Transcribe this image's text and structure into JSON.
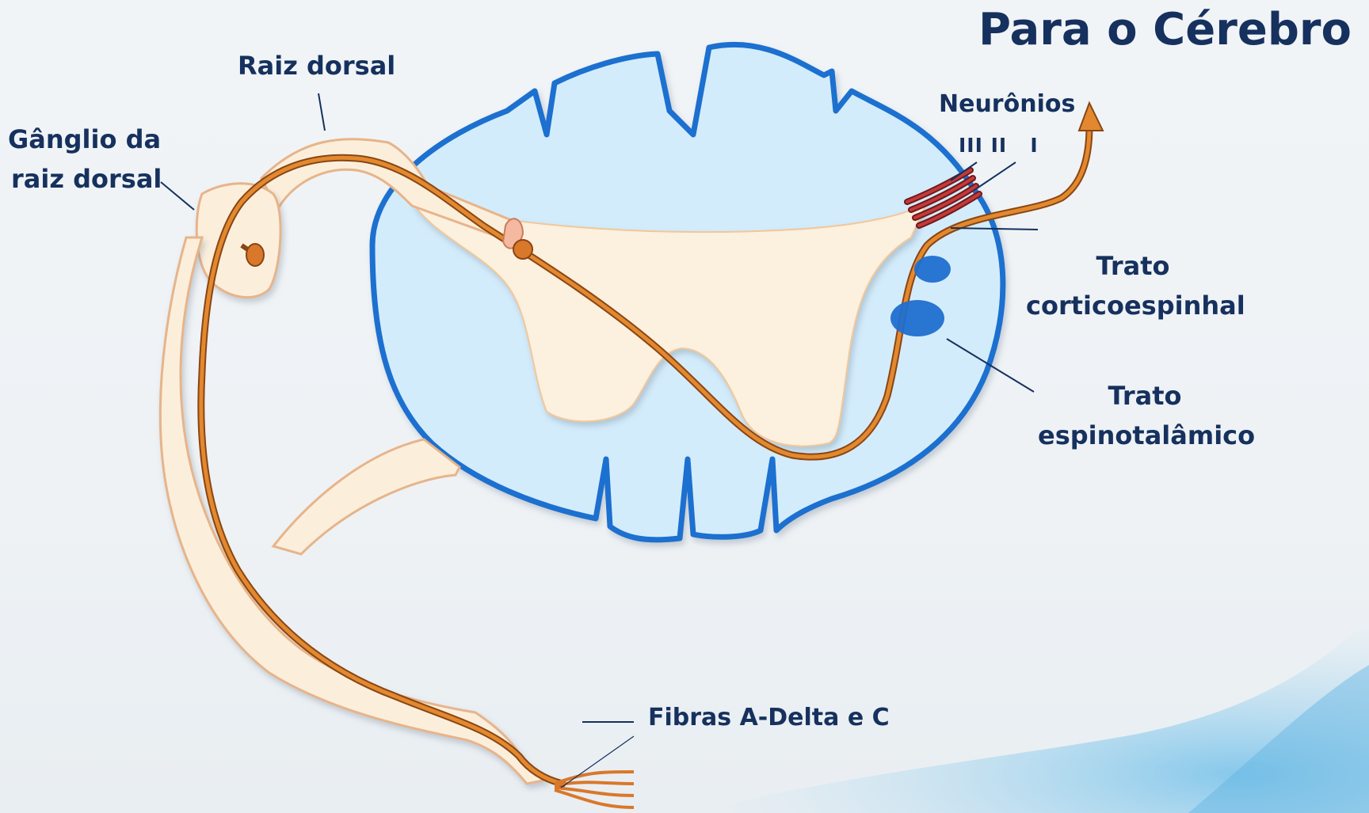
{
  "title": "Para o Cérebro",
  "labels": {
    "dorsal_root": "Raiz dorsal",
    "ganglion_line1": "Gânglio da",
    "ganglion_line2": "raiz dorsal",
    "neurons": "Neurônios",
    "neuron_numerals": "III II   I",
    "corticospinal_line1": "Trato",
    "corticospinal_line2": "corticoespinhal",
    "spinothalamic_line1": "Trato",
    "spinothalamic_line2": "espinotalâmico",
    "fibers": "Fibras A-Delta e C"
  },
  "colors": {
    "text": "#16315e",
    "cord_fill": "#d3ecfb",
    "cord_outline": "#1a6fcf",
    "gray_matter": "#fcf0df",
    "nerve": "#d9782a",
    "nerve_dark": "#8a4514",
    "neuron_red": "#b22d2d",
    "tract_blue": "#1f6fd0"
  }
}
